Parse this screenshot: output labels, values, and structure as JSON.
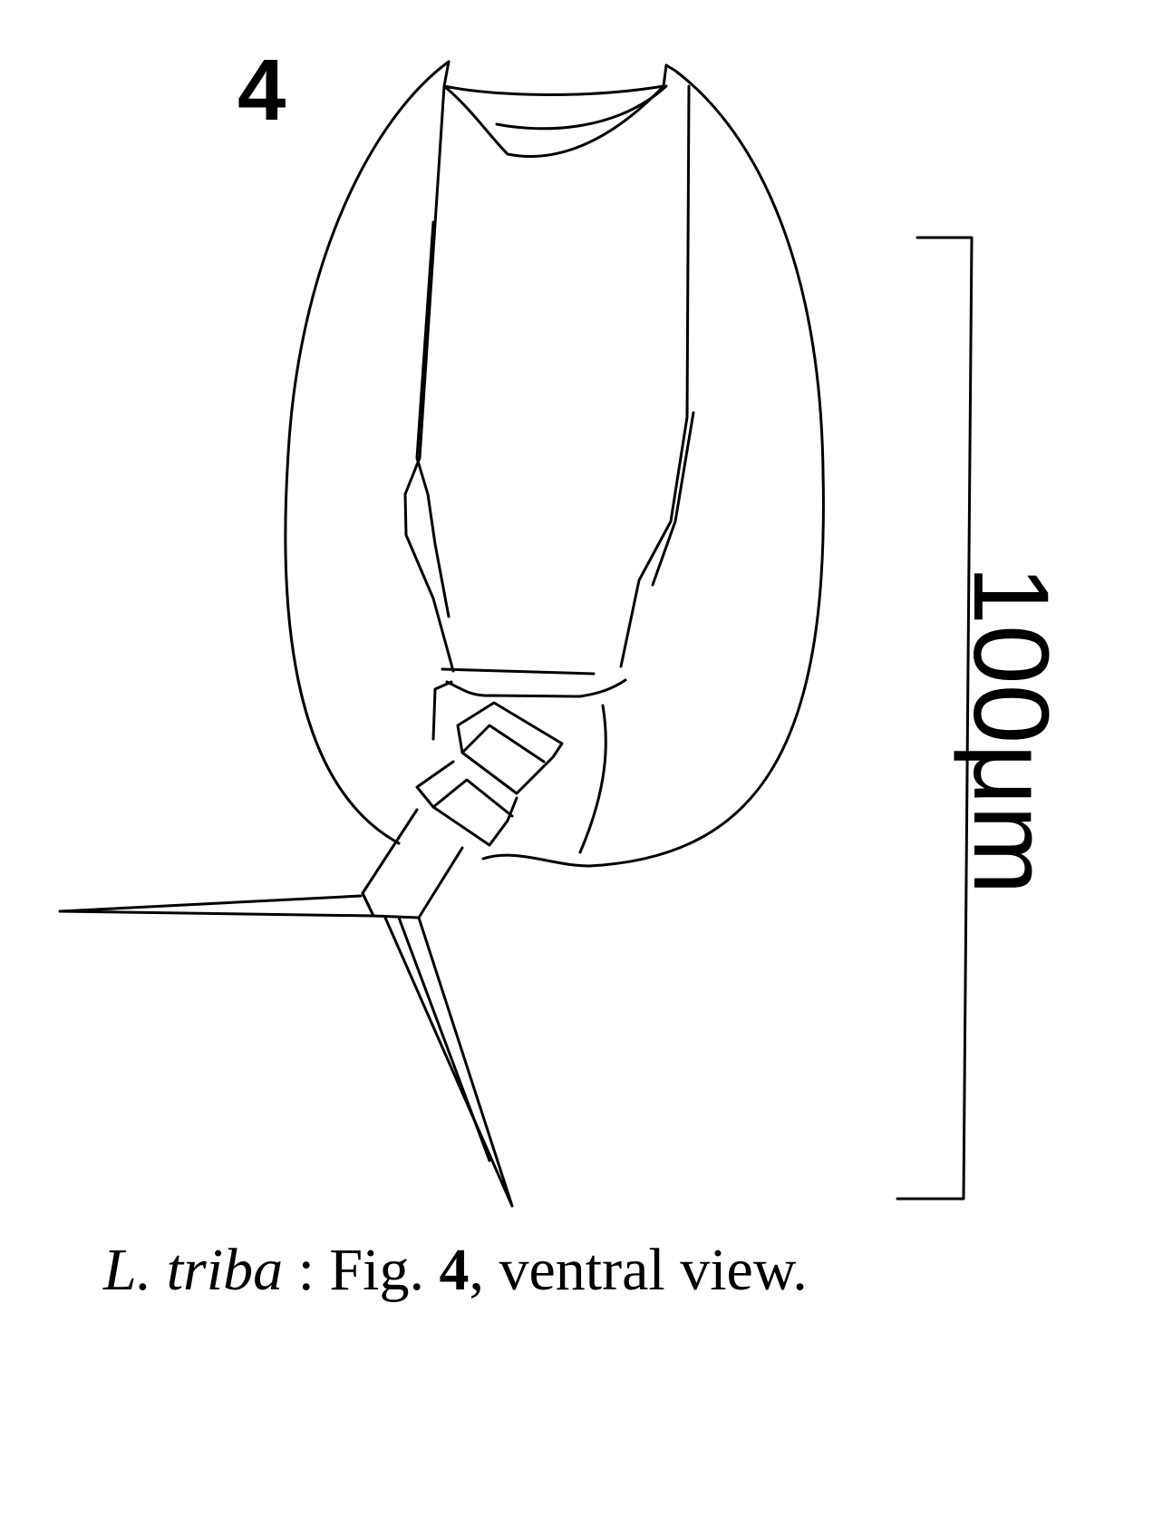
{
  "figure": {
    "number": "4",
    "scale_bar_label": "100μm",
    "caption": {
      "species": "L. triba",
      "separator": " : ",
      "fig_prefix": "Fig. ",
      "fig_number": "4",
      "view": ", ventral view."
    }
  }
}
